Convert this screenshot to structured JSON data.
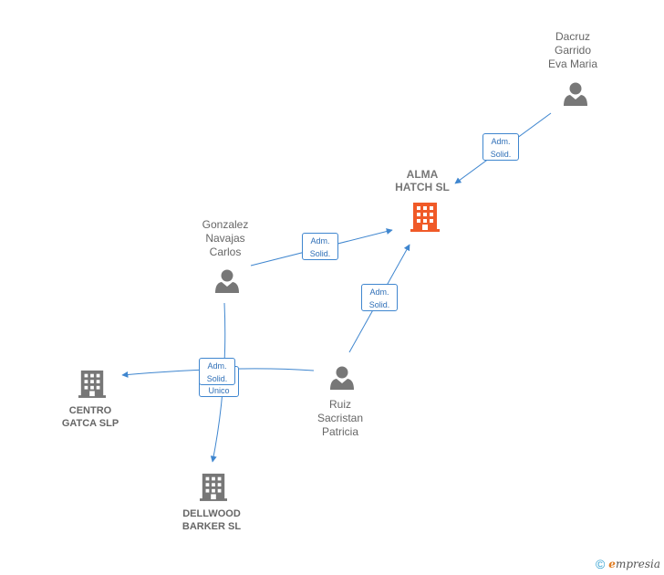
{
  "colors": {
    "edge": "#3f86cf",
    "person_icon": "#777777",
    "company_icon": "#777777",
    "main_company_icon": "#f05a28"
  },
  "nodes": {
    "dacruz": {
      "label": "Dacruz\nGarrido\nEva Maria",
      "icon": "person-icon"
    },
    "alma": {
      "label": "ALMA\nHATCH  SL",
      "icon": "building-icon"
    },
    "gonzalez": {
      "label": "Gonzalez\nNavajas\nCarlos",
      "icon": "person-icon"
    },
    "ruiz": {
      "label": "Ruiz\nSacristan\nPatricia",
      "icon": "person-icon"
    },
    "centro": {
      "label": "CENTRO\nGATCA  SLP",
      "icon": "building-icon"
    },
    "dellwood": {
      "label": "DELLWOOD\nBARKER  SL",
      "icon": "building-icon"
    }
  },
  "edges": {
    "dacruz_alma": {
      "line1": "Adm.",
      "line2": "Solid."
    },
    "gonzalez_alma": {
      "line1": "Adm.",
      "line2": "Solid."
    },
    "ruiz_alma": {
      "line1": "Adm.",
      "line2": "Solid."
    },
    "centro_front": {
      "line1": "Adm.",
      "line2": "Solid."
    },
    "dellwood_back": {
      "partial": "Unico"
    }
  },
  "footer": {
    "copyright": "©",
    "brand_first": "e",
    "brand_rest": "mpresia"
  }
}
